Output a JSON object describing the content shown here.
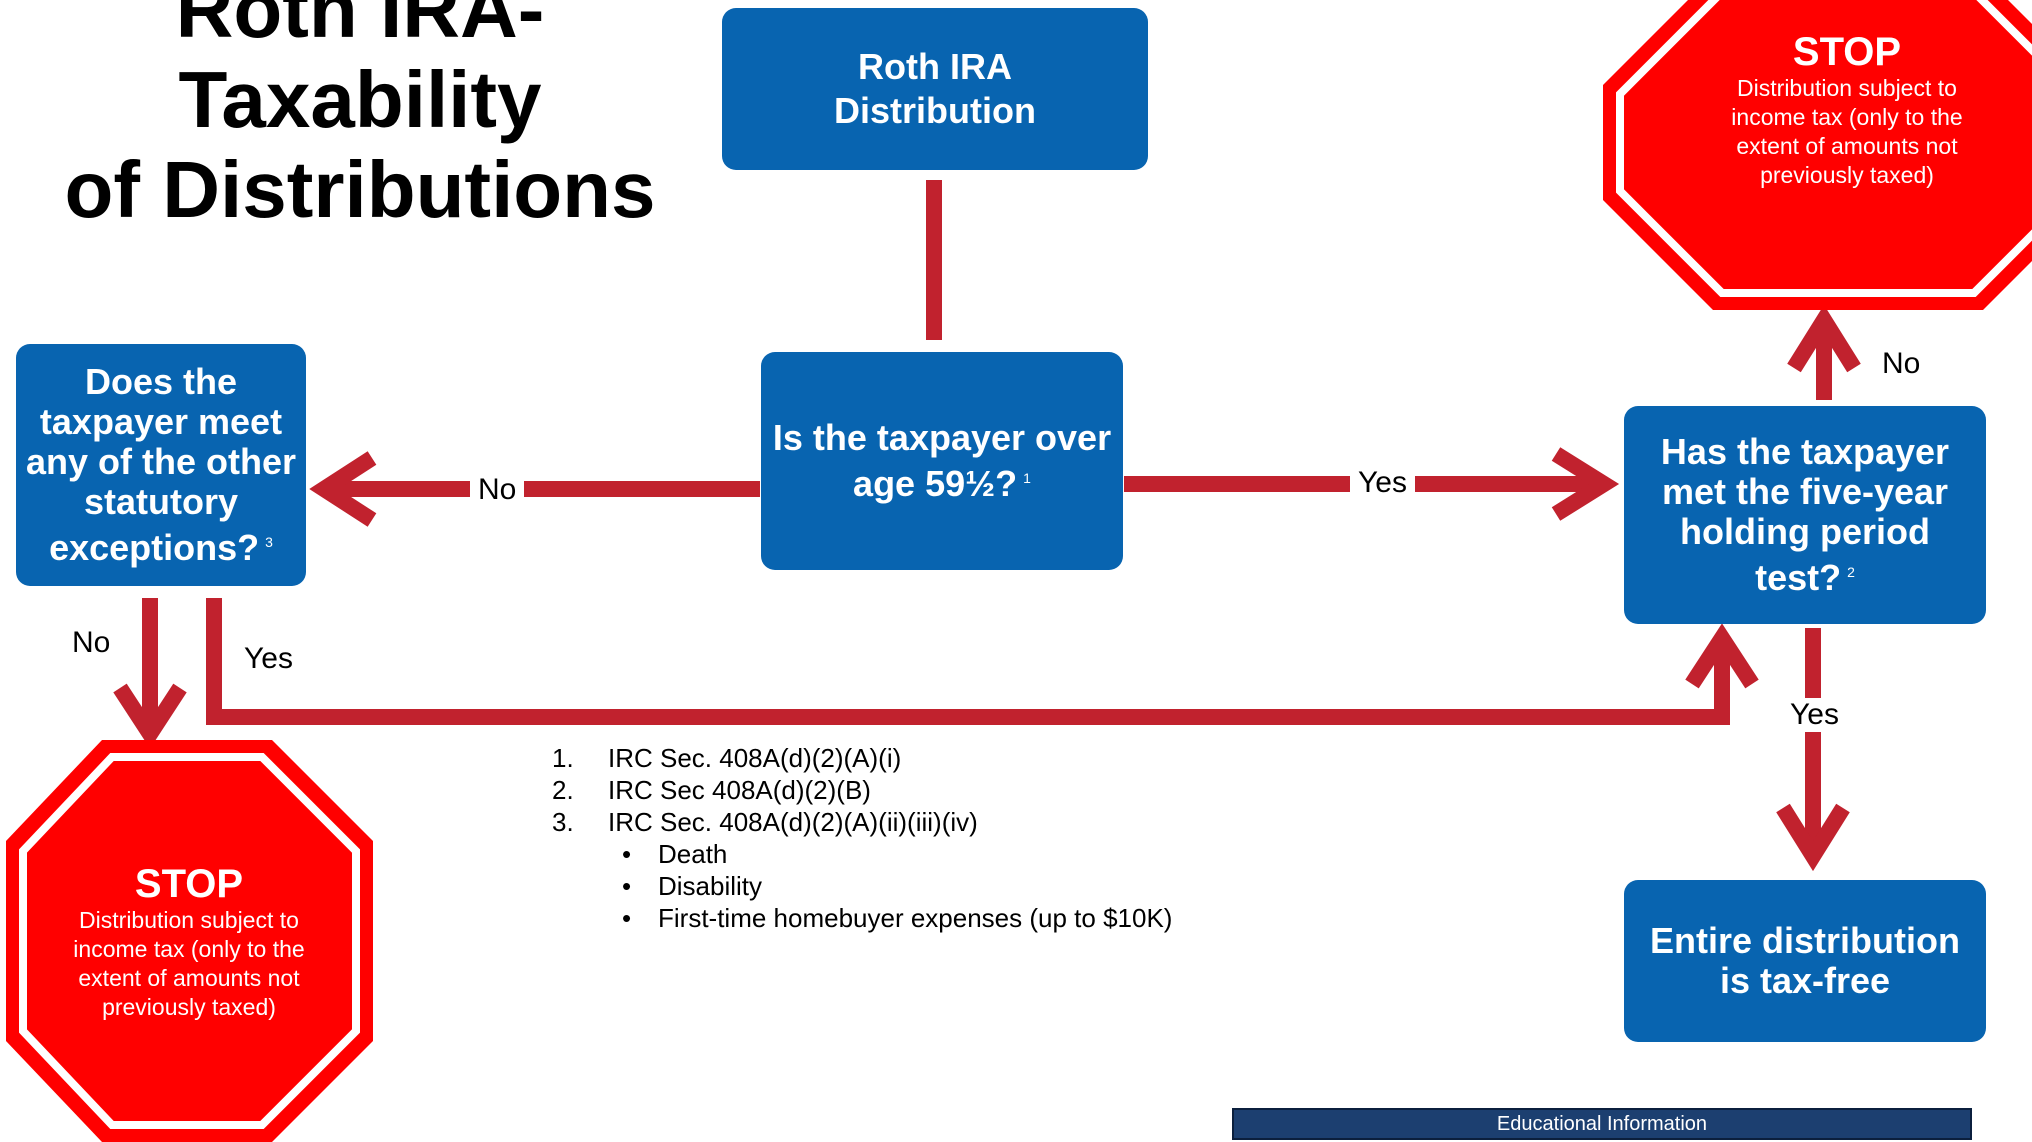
{
  "title": {
    "line1": "Roth IRA-Taxability",
    "line2": "of Distributions"
  },
  "boxes": {
    "start": {
      "line1": "Roth IRA",
      "line2": "Distribution"
    },
    "age_question": {
      "line1": "Is the taxpayer over",
      "line2": "age 59½?",
      "footnote": "1"
    },
    "exceptions_question": {
      "line1": "Does the",
      "line2": "taxpayer meet",
      "line3": "any of the other",
      "line4": "statutory",
      "line5": "exceptions?",
      "footnote": "3"
    },
    "holding_question": {
      "line1": "Has the taxpayer",
      "line2": "met the five-year",
      "line3": "holding period",
      "line4": "test?",
      "footnote": "2"
    },
    "tax_free": {
      "line1": "Entire distribution",
      "line2": "is tax-free"
    }
  },
  "stops": {
    "top_right": {
      "heading": "STOP",
      "line1": "Distribution subject to",
      "line2": "income tax (only to the",
      "line3": "extent of amounts not",
      "line4": "previously taxed)"
    },
    "bottom_left": {
      "heading": "STOP",
      "line1": "Distribution subject to",
      "line2": "income tax  (only to the",
      "line3": "extent of amounts not",
      "line4": "previously taxed)"
    }
  },
  "labels": {
    "age_no": "No",
    "age_yes": "Yes",
    "holding_no": "No",
    "holding_yes": "Yes",
    "exceptions_no": "No",
    "exceptions_yes": "Yes"
  },
  "notes": [
    {
      "num": "1.",
      "text": "IRC Sec. 408A(d)(2)(A)(i)"
    },
    {
      "num": "2.",
      "text": "IRC Sec 408A(d)(2)(B)"
    },
    {
      "num": "3.",
      "text": "IRC Sec. 408A(d)(2)(A)(ii)(iii)(iv)"
    }
  ],
  "note3_bullets": [
    "Death",
    "Disability",
    "First-time homebuyer expenses (up to $10K)"
  ],
  "bullet_char": "•",
  "footer": "Educational Information",
  "colors": {
    "box": "#0864b0",
    "connector": "#c1222e",
    "stop": "#ff0000",
    "footer": "#1c3f70"
  }
}
